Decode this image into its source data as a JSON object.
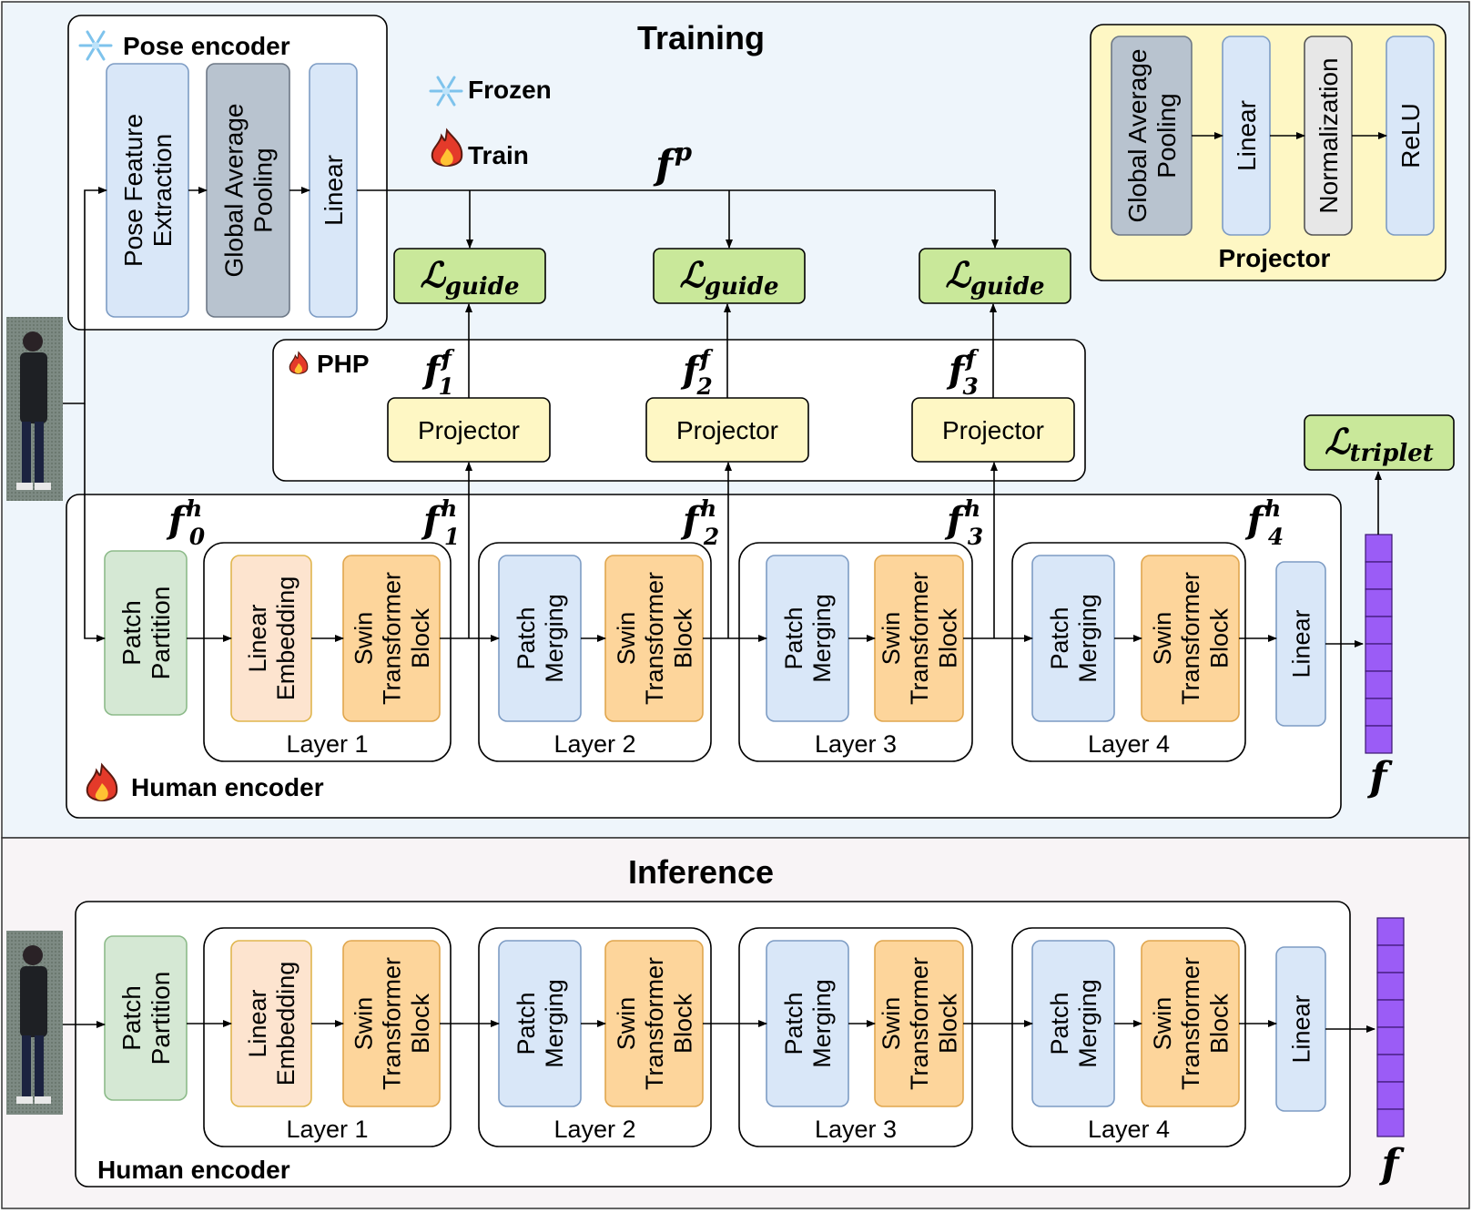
{
  "colors": {
    "training_bg": "#eef5fb",
    "inference_bg": "#f8f4f6",
    "blue_block": "#d9e7f8",
    "gray_block": "#b8c3cf",
    "orange_block": "#fdd59b",
    "peach_block": "#fde4cf",
    "green_block": "#d5e8d4",
    "loss_green": "#c9e89a",
    "projector_yellow": "#fef7c4",
    "feature_purple": "#9b5cf6"
  },
  "icons": {
    "frozen": "snowflake-icon",
    "train": "fire-icon"
  },
  "training": {
    "title": "Training",
    "legend": {
      "frozen": "Frozen",
      "train": "Train"
    },
    "pose_encoder": {
      "title": "Pose encoder",
      "blocks": [
        [
          "Pose Feature",
          "Extraction"
        ],
        [
          "Global Average",
          "Pooling"
        ],
        [
          "Linear"
        ]
      ]
    },
    "pose_feature": {
      "base": "f",
      "sup": "p"
    },
    "loss_guide": {
      "base": "ℒ",
      "sub": "guide"
    },
    "php": {
      "title": "PHP",
      "projector_label": "Projector",
      "features": [
        {
          "base": "f",
          "sub": "1",
          "sup": "f"
        },
        {
          "base": "f",
          "sub": "2",
          "sup": "f"
        },
        {
          "base": "f",
          "sub": "3",
          "sup": "f"
        }
      ]
    },
    "projector_detail": {
      "title": "Projector",
      "blocks": [
        [
          "Global Average",
          "Pooling"
        ],
        [
          "Linear"
        ],
        [
          "Normalization"
        ],
        [
          "ReLU"
        ]
      ]
    },
    "loss_triplet": {
      "base": "ℒ",
      "sub": "triplet"
    },
    "human_features": [
      {
        "base": "f",
        "sub": "0",
        "sup": "h"
      },
      {
        "base": "f",
        "sub": "1",
        "sup": "h"
      },
      {
        "base": "f",
        "sub": "2",
        "sup": "h"
      },
      {
        "base": "f",
        "sub": "3",
        "sup": "h"
      },
      {
        "base": "f",
        "sub": "4",
        "sup": "h"
      }
    ],
    "human_encoder_title": "Human encoder",
    "output_feature": "f"
  },
  "inference": {
    "title": "Inference",
    "human_encoder_title": "Human encoder",
    "output_feature": "f"
  },
  "encoder": {
    "patch_partition": [
      "Patch",
      "Partition"
    ],
    "linear_embedding": [
      "Linear",
      "Embedding"
    ],
    "patch_merging": [
      "Patch",
      "Merging"
    ],
    "swin_block": [
      "Swin",
      "Transformer",
      "Block"
    ],
    "linear": [
      "Linear"
    ],
    "layers": [
      "Layer 1",
      "Layer 2",
      "Layer 3",
      "Layer 4"
    ]
  }
}
